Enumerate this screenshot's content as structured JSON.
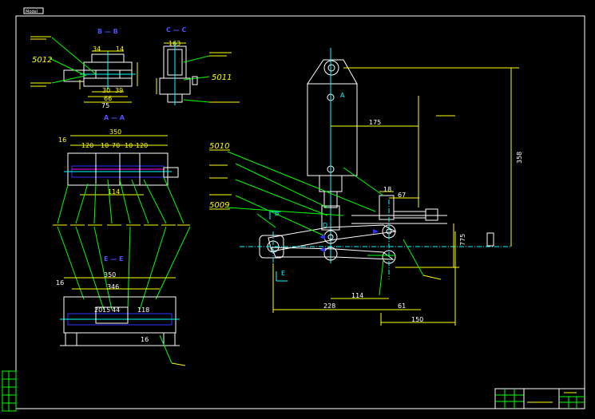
{
  "window": {
    "tab_label": "Model"
  },
  "section_labels": {
    "bb": "B — B",
    "cc": "C — C",
    "aa": "A — A",
    "ee": "E — E"
  },
  "part_numbers": {
    "p5012": "5012",
    "p5011": "5011",
    "p5010": "5010",
    "p5009": "5009"
  },
  "dimensions": {
    "bb_top_a": "34",
    "bb_top_b": "14",
    "bb_bottom_a": "30",
    "bb_bottom_b": "39",
    "bb_bottom_c": "66",
    "bb_bottom_d": "75",
    "cc_top": "163",
    "aa_width": "350",
    "aa_sub_a": "120",
    "aa_sub_b": "10",
    "aa_sub_c": "70",
    "aa_sub_d": "10",
    "aa_sub_e": "120",
    "aa_left": "16",
    "aa_mid": "114",
    "ee_width": "350",
    "ee_inner": "346",
    "ee_left": "16",
    "ee_mid_a": "20",
    "ee_mid_b": "15",
    "ee_mid_c": "44",
    "ee_mid_d": "118",
    "ee_bottom": "16",
    "main_175": "175",
    "main_358": "358",
    "main_18": "18",
    "main_67": "67",
    "main_775": "775",
    "main_228": "228",
    "main_114": "114",
    "main_61": "61",
    "main_150": "150"
  },
  "markers": {
    "a": "A",
    "b": "B",
    "d": "D",
    "e": "E"
  },
  "colors": {
    "background": "#000000",
    "geometry": "#ffffff",
    "dimension": "#ffff00",
    "leader": "#00ff00",
    "centerline": "#00ffff",
    "section": "#3030ff",
    "hatch": "#ff00ff"
  }
}
